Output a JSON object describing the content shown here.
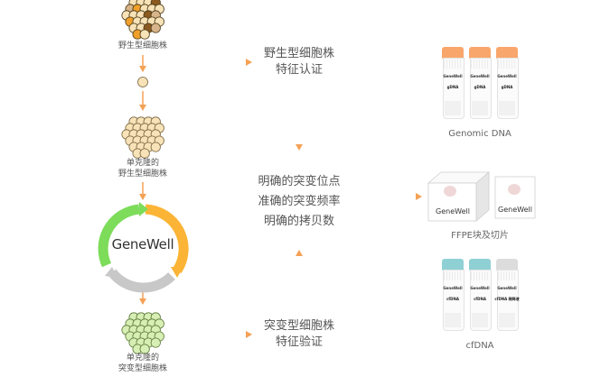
{
  "left_column": {
    "wild_type_label": "野生型细胞株",
    "monoclonal_wild_label": [
      "单克隆的",
      "野生型细胞株"
    ],
    "brand_logo": "GeneWell",
    "monoclonal_mutant_label": [
      "单克隆的",
      "突变型细胞株"
    ]
  },
  "middle_column": {
    "wild_validation": [
      "野生型细胞株",
      "特征认证"
    ],
    "center_text": [
      "明确的突变位点",
      "准确的突变频率",
      "明确的拷贝数"
    ],
    "mutant_validation": [
      "突变型细胞株",
      "特征验证"
    ]
  },
  "right_column": {
    "genomic": {
      "caption": "Genomic DNA",
      "tubes": [
        {
          "brand": "GeneWell",
          "kind": "gDNA"
        },
        {
          "brand": "GeneWell",
          "kind": "gDNA"
        },
        {
          "brand": "GeneWell",
          "kind": "gDNA"
        }
      ]
    },
    "ffpe": {
      "caption": "FFPE块及切片",
      "block_brand": "GeneWell",
      "slide_brand": "GeneWell"
    },
    "cfdna": {
      "caption": "cfDNA",
      "tubes": [
        {
          "brand": "GeneWell",
          "kind": "cfDNA"
        },
        {
          "brand": "GeneWell",
          "kind": "cfDNA"
        },
        {
          "brand": "GeneWell",
          "kind": "cfDNA 稀释液"
        }
      ]
    }
  },
  "colors": {
    "arrow": "#f5a155",
    "cycle_green": "#7ddc5a",
    "cycle_orange": "#fbb435",
    "cycle_gray": "#c8c8c8",
    "cap_orange": "#f9a66c",
    "cap_teal": "#8fd0d4",
    "cap_gray": "#dcdcdc",
    "cell_cream": "#f8e3b8",
    "cell_green": "#d7eeb4"
  }
}
